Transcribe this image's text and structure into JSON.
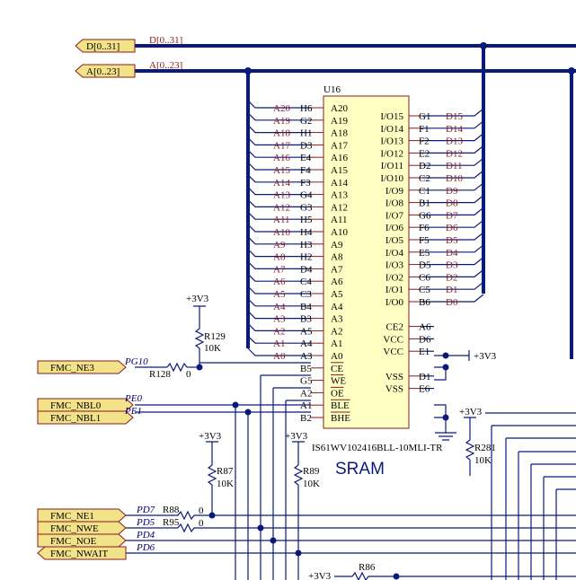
{
  "buses": [
    {
      "port": "D[0..31]",
      "label": "D[0..31]"
    },
    {
      "port": "A[0..23]",
      "label": "A[0..23]"
    }
  ],
  "chip": {
    "ref": "U16",
    "part": "IS61WV102416BLL-10MLI-TR",
    "name": "SRAM",
    "left_pins": [
      {
        "net": "A20",
        "ball": "H6",
        "name": "A20"
      },
      {
        "net": "A19",
        "ball": "G2",
        "name": "A19"
      },
      {
        "net": "A18",
        "ball": "H1",
        "name": "A18"
      },
      {
        "net": "A17",
        "ball": "D3",
        "name": "A17"
      },
      {
        "net": "A16",
        "ball": "E4",
        "name": "A16"
      },
      {
        "net": "A15",
        "ball": "F4",
        "name": "A15"
      },
      {
        "net": "A14",
        "ball": "F3",
        "name": "A14"
      },
      {
        "net": "A13",
        "ball": "G4",
        "name": "A13"
      },
      {
        "net": "A12",
        "ball": "G3",
        "name": "A12"
      },
      {
        "net": "A11",
        "ball": "H5",
        "name": "A11"
      },
      {
        "net": "A10",
        "ball": "H4",
        "name": "A10"
      },
      {
        "net": "A9",
        "ball": "H3",
        "name": "A9"
      },
      {
        "net": "A8",
        "ball": "H2",
        "name": "A8"
      },
      {
        "net": "A7",
        "ball": "D4",
        "name": "A7"
      },
      {
        "net": "A6",
        "ball": "C4",
        "name": "A6"
      },
      {
        "net": "A5",
        "ball": "C3",
        "name": "A5"
      },
      {
        "net": "A4",
        "ball": "B4",
        "name": "A4"
      },
      {
        "net": "A3",
        "ball": "B3",
        "name": "A3"
      },
      {
        "net": "A2",
        "ball": "A5",
        "name": "A2"
      },
      {
        "net": "A1",
        "ball": "A4",
        "name": "A1"
      },
      {
        "net": "A0",
        "ball": "A3",
        "name": "A0"
      },
      {
        "net": "",
        "ball": "B5",
        "name": "CE"
      },
      {
        "net": "",
        "ball": "G5",
        "name": "WE"
      },
      {
        "net": "",
        "ball": "A2",
        "name": "OE"
      },
      {
        "net": "",
        "ball": "A1",
        "name": "BLE"
      },
      {
        "net": "",
        "ball": "B2",
        "name": "BHE"
      }
    ],
    "right_pins": [
      {
        "net": "D15",
        "ball": "G1",
        "name": "I/O15"
      },
      {
        "net": "D14",
        "ball": "F1",
        "name": "I/O14"
      },
      {
        "net": "D13",
        "ball": "F2",
        "name": "I/O13"
      },
      {
        "net": "D12",
        "ball": "E2",
        "name": "I/O12"
      },
      {
        "net": "D11",
        "ball": "D2",
        "name": "I/O11"
      },
      {
        "net": "D10",
        "ball": "C2",
        "name": "I/O10"
      },
      {
        "net": "D9",
        "ball": "C1",
        "name": "I/O9"
      },
      {
        "net": "D8",
        "ball": "B1",
        "name": "I/O8"
      },
      {
        "net": "D7",
        "ball": "G6",
        "name": "I/O7"
      },
      {
        "net": "D6",
        "ball": "F6",
        "name": "I/O6"
      },
      {
        "net": "D5",
        "ball": "F5",
        "name": "I/O5"
      },
      {
        "net": "D4",
        "ball": "E5",
        "name": "I/O4"
      },
      {
        "net": "D3",
        "ball": "D5",
        "name": "I/O3"
      },
      {
        "net": "D2",
        "ball": "C6",
        "name": "I/O2"
      },
      {
        "net": "D1",
        "ball": "C5",
        "name": "I/O1"
      },
      {
        "net": "D0",
        "ball": "B6",
        "name": "I/O0"
      },
      {
        "net": "",
        "ball": "",
        "name": ""
      },
      {
        "net": "",
        "ball": "A6",
        "name": "CE2"
      },
      {
        "net": "",
        "ball": "D6",
        "name": "VCC"
      },
      {
        "net": "",
        "ball": "E1",
        "name": "VCC"
      },
      {
        "net": "",
        "ball": "",
        "name": ""
      },
      {
        "net": "",
        "ball": "D1",
        "name": "VSS"
      },
      {
        "net": "",
        "ball": "E6",
        "name": "VSS"
      }
    ]
  },
  "ports": [
    {
      "label": "FMC_NE3",
      "signal": "PG10"
    },
    {
      "label": "FMC_NBL0",
      "signal": "PE0"
    },
    {
      "label": "FMC_NBL1",
      "signal": "PE1"
    },
    {
      "label": "FMC_NE1",
      "signal": "PD7"
    },
    {
      "label": "FMC_NWE",
      "signal": "PD5"
    },
    {
      "label": "FMC_NOE",
      "signal": "PD4"
    },
    {
      "label": "FMC_NWAIT",
      "signal": "PD6"
    }
  ],
  "resistors": [
    {
      "ref": "R129",
      "value": "10K",
      "supply": "+3V3"
    },
    {
      "ref": "R128",
      "value": "0"
    },
    {
      "ref": "R87",
      "value": "10K",
      "supply": "+3V3"
    },
    {
      "ref": "R89",
      "value": "10K",
      "supply": "+3V3"
    },
    {
      "ref": "R88",
      "value": "0"
    },
    {
      "ref": "R95",
      "value": "0"
    },
    {
      "ref": "R281",
      "value": "10K",
      "supply": "+3V3"
    },
    {
      "ref": "R86",
      "value": "",
      "supply": "+3V3"
    }
  ],
  "power": {
    "vcc_label": "+3V3",
    "ce2_label": "+3V3"
  },
  "colors": {
    "wire": "#0a1a7a",
    "pin": "#8b1a1a",
    "body": "#ffffc4",
    "port": "#f2e28a"
  }
}
